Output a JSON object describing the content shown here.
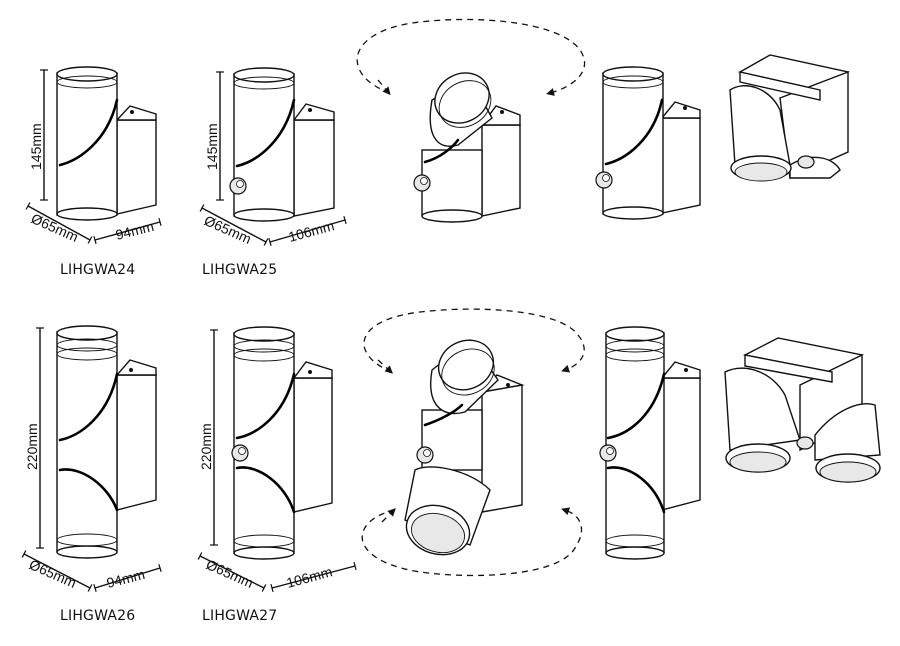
{
  "products": [
    {
      "model": "LIHGWA24",
      "height": "145mm",
      "diameter": "Ø65mm",
      "depth": "94mm"
    },
    {
      "model": "LIHGWA25",
      "height": "145mm",
      "diameter": "Ø65mm",
      "depth": "106mm"
    },
    {
      "model": "LIHGWA26",
      "height": "220mm",
      "diameter": "Ø65mm",
      "depth": "94mm"
    },
    {
      "model": "LIHGWA27",
      "height": "220mm",
      "diameter": "Ø65mm",
      "depth": "106mm"
    }
  ]
}
